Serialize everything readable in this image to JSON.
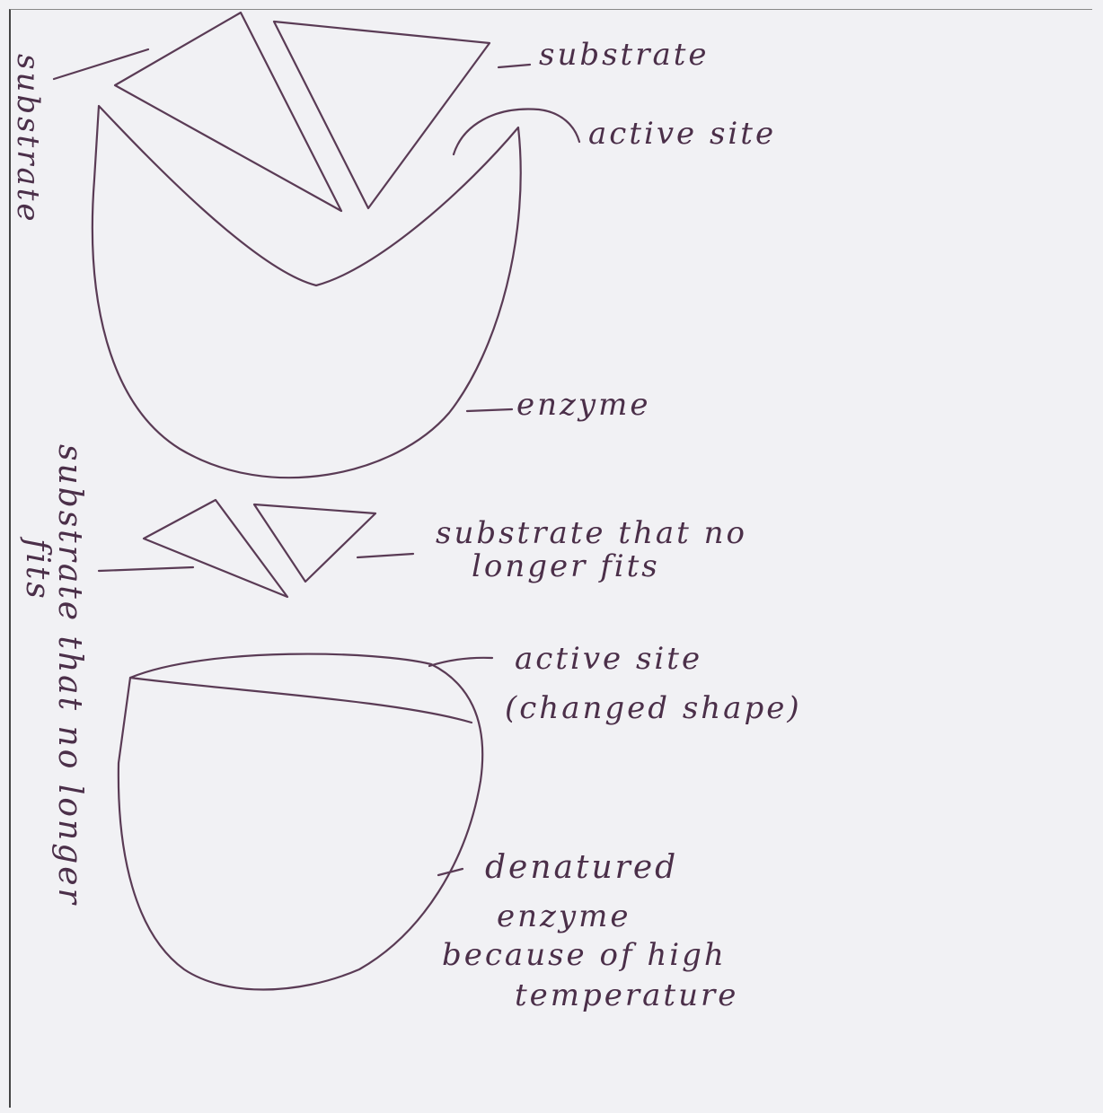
{
  "labels": {
    "substrate_right": "substrate",
    "substrate_vertical": "substrate",
    "active_site": "active site",
    "enzyme": "enzyme",
    "substrate_no_longer_fits_line1": "substrate that no",
    "substrate_no_longer_fits_line2": "longer fits",
    "vertical_line1": "substrate that no longer",
    "vertical_line2": "fits",
    "active_site_changed_line1": "active site",
    "active_site_changed_line2": "(changed shape)",
    "denatured_line1": "denatured",
    "denatured_line2": "enzyme",
    "denatured_line3": "because of high",
    "denatured_line4": "temperature"
  },
  "colors": {
    "ink": "#5a3b55",
    "paper": "#f1f1f4"
  }
}
